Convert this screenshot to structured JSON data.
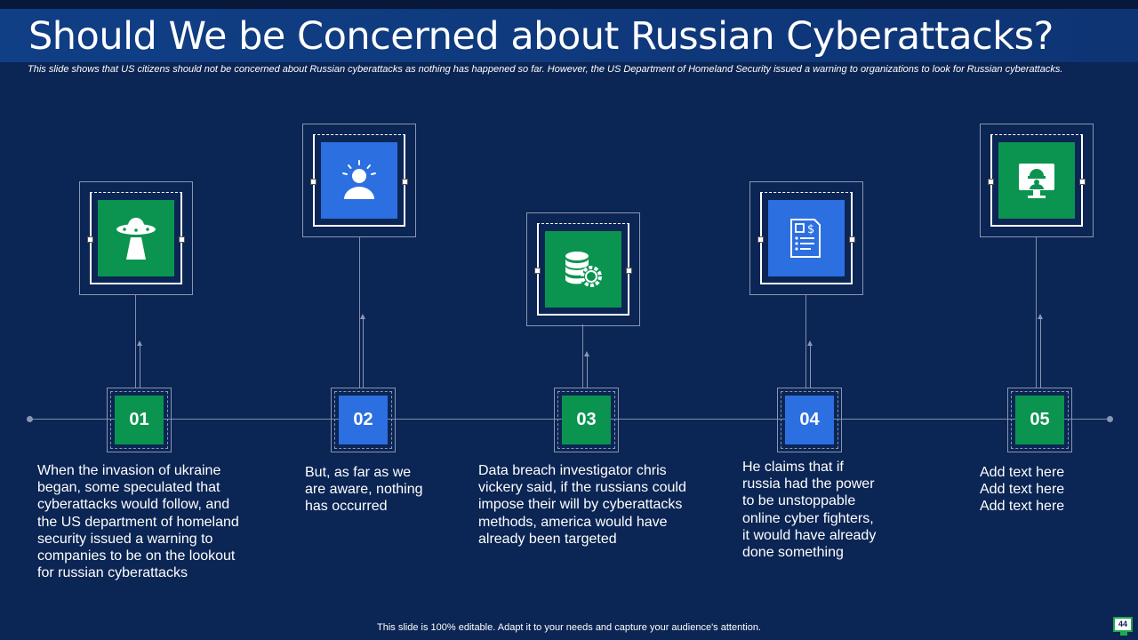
{
  "slide": {
    "title": "Should We be Concerned about Russian Cyberattacks?",
    "subtitle": "This slide shows that US citizens should not be concerned about Russian cyberattacks as nothing has happened so far. However, the US Department of Homeland Security issued a warning to organizations to look for Russian cyberattacks.",
    "footer": "This slide is 100% editable. Adapt it to your needs and capture your audience's attention.",
    "page_number": "44"
  },
  "colors": {
    "background": "#0b2554",
    "green": "#0a9450",
    "blue": "#2c6fe0",
    "line": "#7f8fad"
  },
  "steps": [
    {
      "number": "01",
      "icon": "ufo-icon",
      "color": "green",
      "text": "When the invasion of ukraine\nbegan, some speculated that\ncyberattacks would follow, and\nthe US department of homeland\nsecurity issued a warning to\ncompanies to be on the lookout\nfor russian cyberattacks"
    },
    {
      "number": "02",
      "icon": "user-sun-icon",
      "color": "blue",
      "text": "But, as far as we\nare aware, nothing\nhas occurred"
    },
    {
      "number": "03",
      "icon": "database-gear-icon",
      "color": "green",
      "text": "Data breach investigator chris\nvickery said, if the russians could\nimpose their will by cyberattacks\nmethods, america would have\nalready been targeted"
    },
    {
      "number": "04",
      "icon": "invoice-dollar-icon",
      "color": "blue",
      "text": "He claims that  if\nrussia had the power\nto be unstoppable\nonline cyber fighters,\nit would have already\ndone something"
    },
    {
      "number": "05",
      "icon": "hacker-monitor-icon",
      "color": "green",
      "text": "Add text here\nAdd text here\nAdd text here"
    }
  ]
}
